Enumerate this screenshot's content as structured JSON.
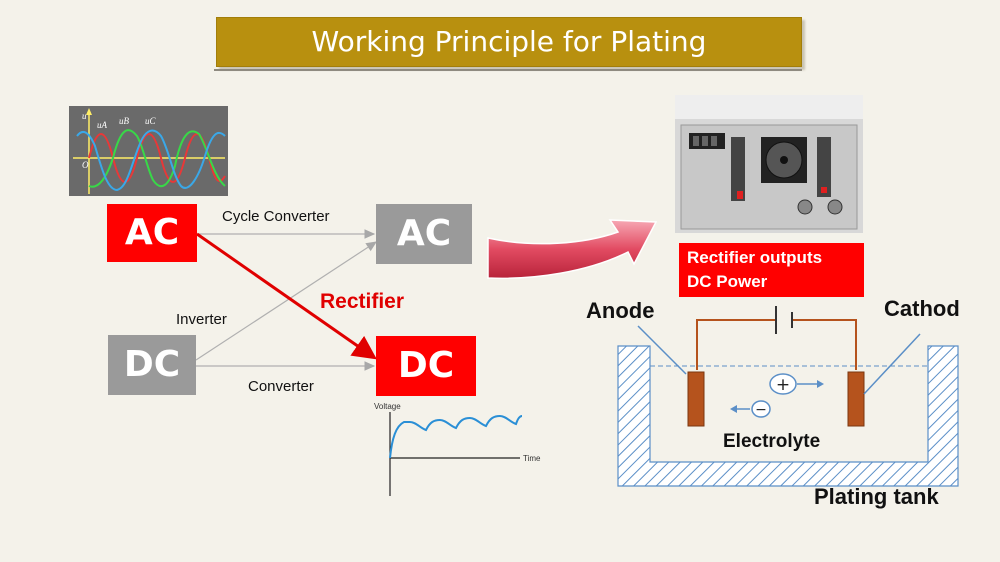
{
  "title": "Working Principle for Plating",
  "blocks": {
    "ac_source": "AC",
    "ac_target": "AC",
    "dc_source": "DC",
    "dc_target": "DC"
  },
  "arrows": {
    "cycle_converter": "Cycle Converter",
    "inverter": "Inverter",
    "converter": "Converter",
    "rectifier": "Rectifier"
  },
  "waveform": {
    "u": "u",
    "ua": "uA",
    "ub": "uB",
    "uc": "uC",
    "origin": "O"
  },
  "voltage_graph": {
    "ylabel": "Voltage",
    "xlabel": "Time"
  },
  "rectifier_note": {
    "line1": "Rectifier outputs",
    "line2": "DC Power"
  },
  "tank": {
    "anode": "Anode",
    "cathode": "Cathod",
    "electrolyte": "Electrolyte",
    "plating_tank": "Plating tank",
    "plus": "+",
    "minus": "−"
  },
  "colors": {
    "title_bar": "#b8900f",
    "red_block": "#ff0000",
    "gray_block": "#9a9a9a",
    "electrode": "#b5531d",
    "hatch": "#5b8fc7"
  }
}
